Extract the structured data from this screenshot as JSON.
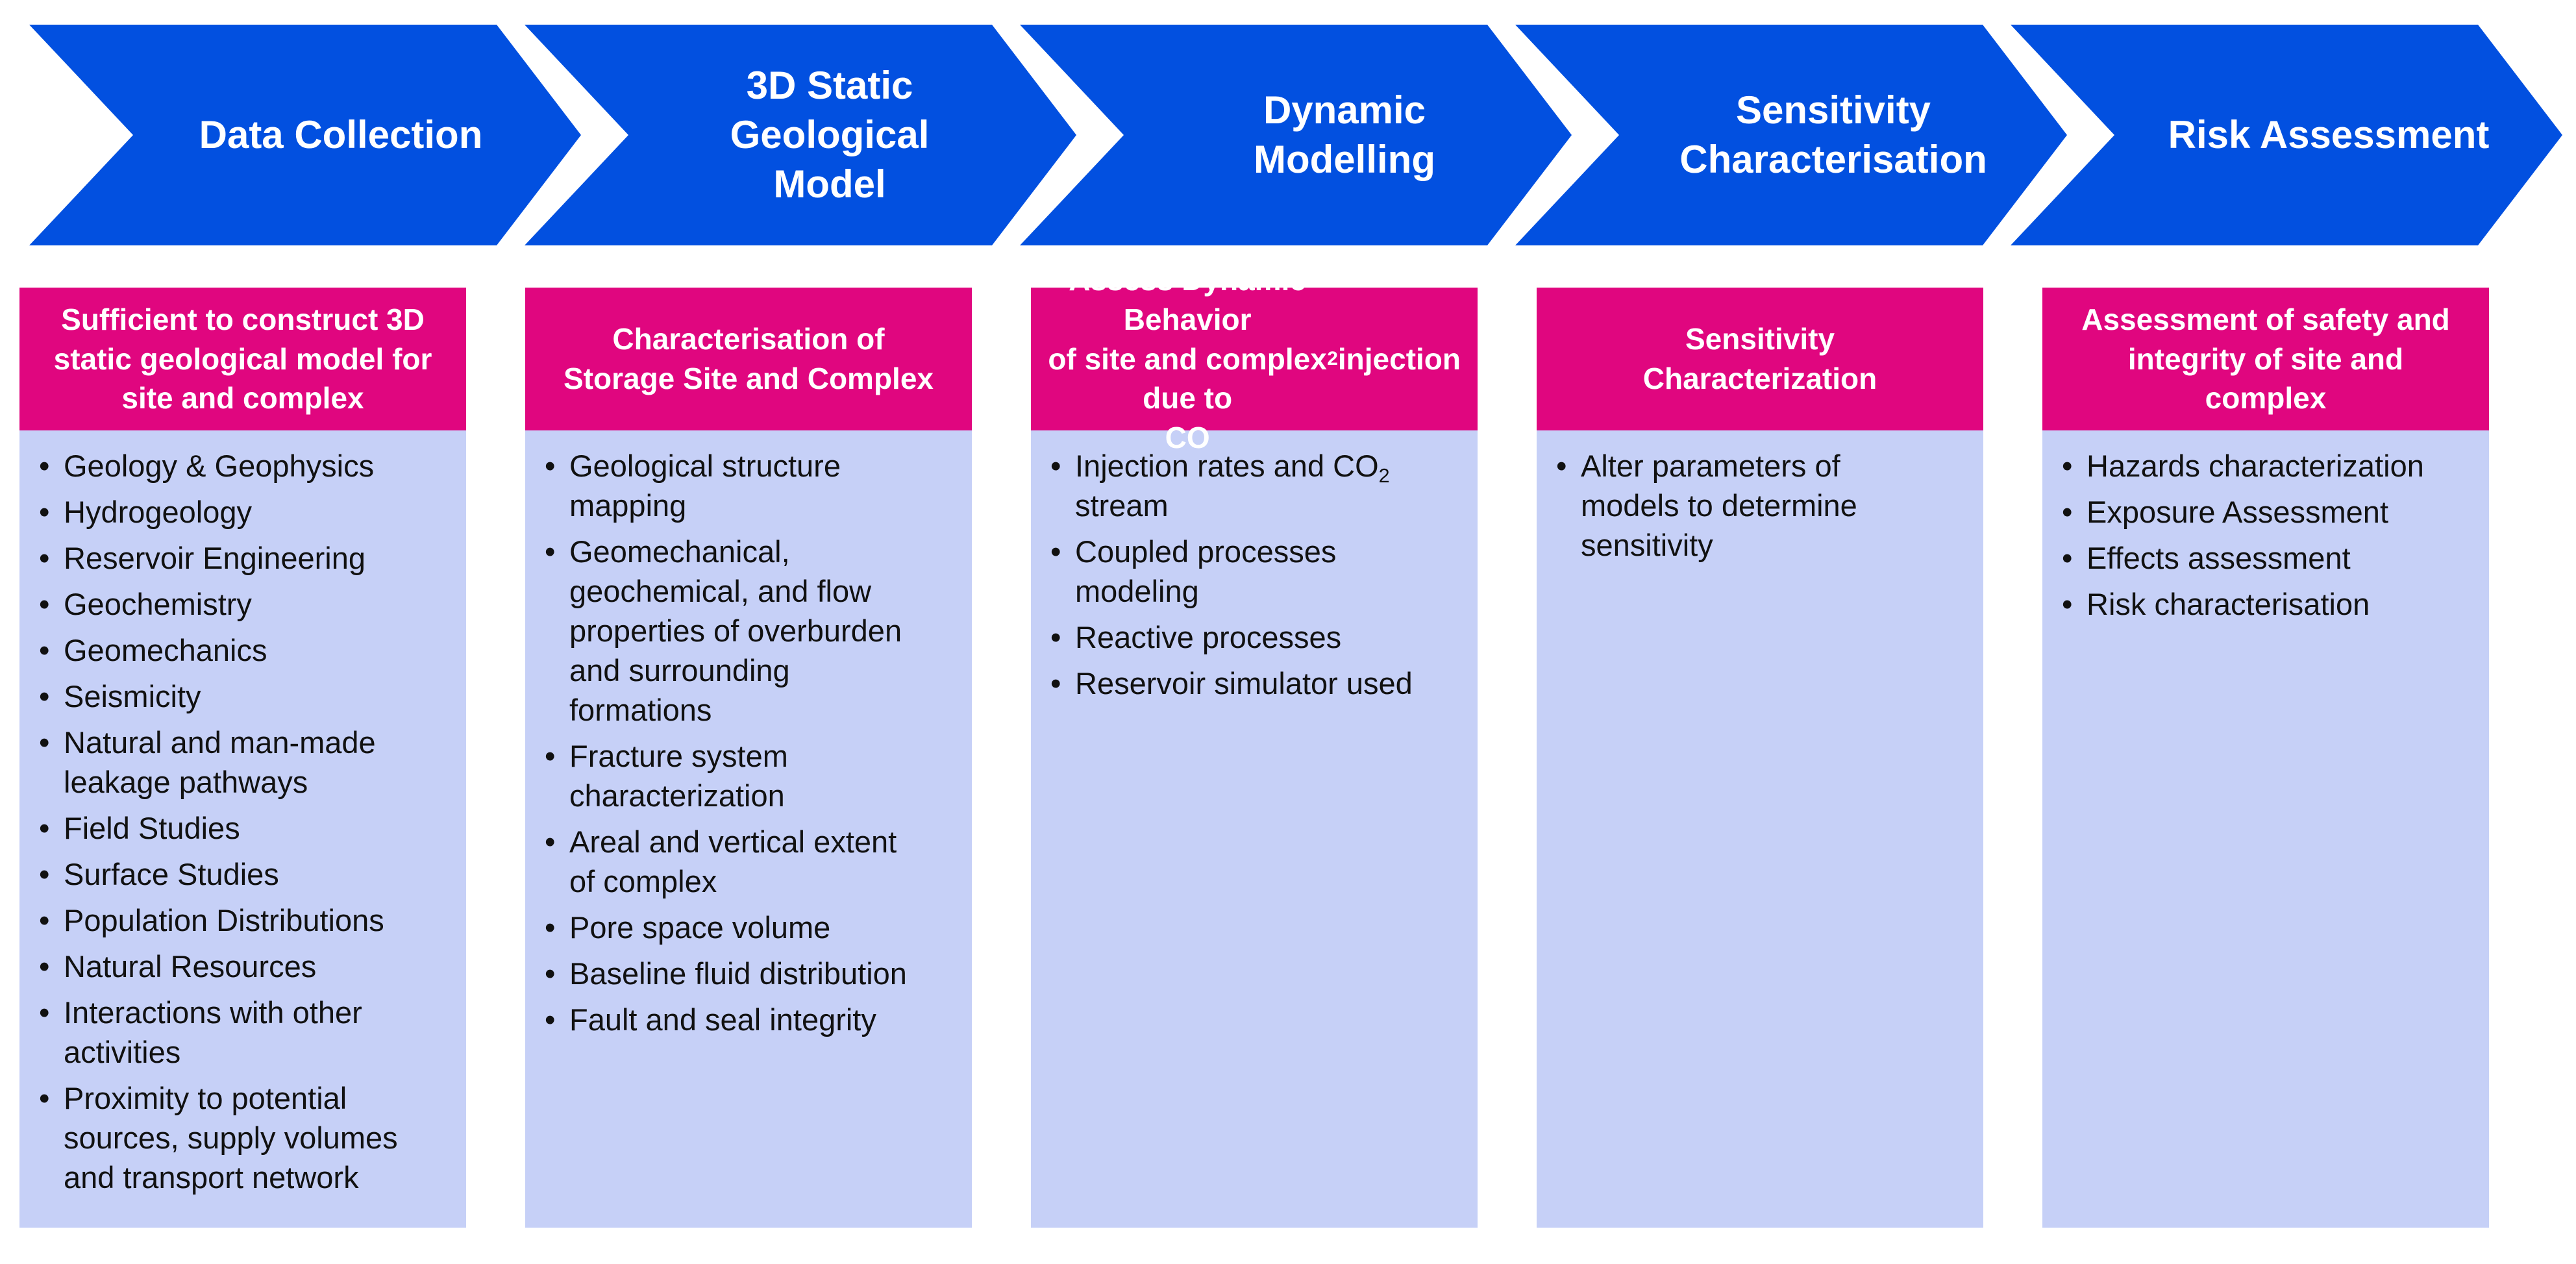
{
  "colors": {
    "chevron": "#0250e0",
    "header": "#e0067f",
    "panel": "#c6d0f7"
  },
  "steps": [
    {
      "label": "Data Collection"
    },
    {
      "label": "3D Static\nGeological\nModel"
    },
    {
      "label": "Dynamic\nModelling"
    },
    {
      "label": "Sensitivity\nCharacterisation"
    },
    {
      "label": "Risk Assessment"
    }
  ],
  "columns": [
    {
      "header": "Sufficient to construct 3D\nstatic geological model for\nsite and complex",
      "items": [
        "Geology & Geophysics",
        "Hydrogeology",
        "Reservoir Engineering",
        "Geochemistry",
        "Geomechanics",
        "Seismicity",
        "Natural and man-made\nleakage pathways",
        "Field Studies",
        "Surface Studies",
        "Population Distributions",
        "Natural Resources",
        "Interactions with other\nactivities",
        "Proximity to potential\nsources, supply volumes\nand transport network"
      ]
    },
    {
      "header": "Characterisation of\nStorage Site and Complex",
      "items": [
        "Geological structure\nmapping",
        "Geomechanical,\ngeochemical, and flow\nproperties of overburden\nand surrounding\nformations",
        "Fracture system\ncharacterization",
        "Areal and vertical extent\nof complex",
        "Pore space volume",
        "Baseline fluid distribution",
        "Fault and seal integrity"
      ]
    },
    {
      "header_pre": "Assess Dynamic Behavior\nof site and complex due to\nCO",
      "header_sub": "2",
      "header_post": " injection",
      "item1_pre": "Injection rates and CO",
      "item1_sub": "2",
      "item1_post": "\nstream",
      "items": [
        "Coupled processes\nmodeling",
        "Reactive processes",
        "Reservoir simulator used"
      ]
    },
    {
      "header": "Sensitivity\nCharacterization",
      "items": [
        "Alter parameters of\nmodels to determine\nsensitivity"
      ]
    },
    {
      "header": "Assessment of safety and\nintegrity of site and\ncomplex",
      "items": [
        "Hazards characterization",
        "Exposure Assessment",
        "Effects assessment",
        "Risk characterisation"
      ]
    }
  ]
}
